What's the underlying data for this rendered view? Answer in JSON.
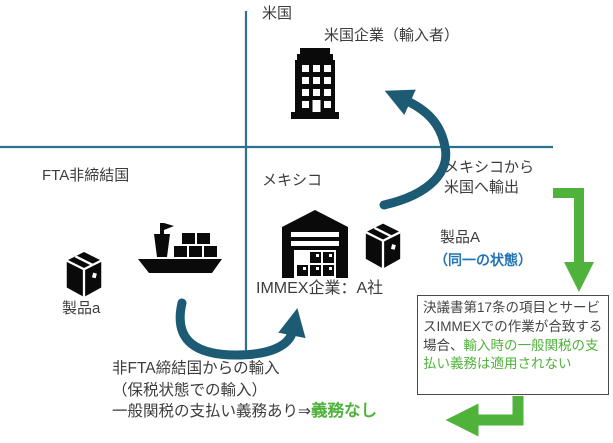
{
  "diagram_title": "IMMEX bonded import / export flow diagram",
  "quadrants": {
    "us_label": "米国",
    "fta_nonmember_label": "FTA非締結国",
    "mexico_label": "メキシコ"
  },
  "us_company": {
    "label": "米国企業（輸入者）"
  },
  "immex_company": {
    "label": "IMMEX企業：A社"
  },
  "product_a": {
    "label": "製品A",
    "state_note": "（同一の状態）"
  },
  "product_small_a": {
    "label": "製品a"
  },
  "export_note": {
    "line1": "メキシコから",
    "line2": "米国へ輸出"
  },
  "import_note": {
    "line1": "非FTA締結国からの輸入",
    "line2": "（保税状態での輸入）",
    "line3_prefix": "一般関税の支払い義務あり⇒",
    "line3_highlight": "義務なし"
  },
  "rule_box": {
    "dark_text": "決議書第17条の項目とサービスIMMEXでの作業が合致する場合、",
    "green_text": "輸入時の一般関税の支払い義務は適用されない"
  },
  "icons": {
    "building": "office-building-icon",
    "warehouse": "warehouse-icon",
    "package_a": "package-box-icon",
    "package_small_a": "package-box-icon",
    "ship": "cargo-ship-icon"
  },
  "colors": {
    "axis_line": "#2f7090",
    "curved_arrow": "#1d5b75",
    "green_accent": "#4fb23a",
    "blue_accent": "#2274b5",
    "text": "#3c3c3c",
    "icon_black": "#0a0a0a"
  }
}
